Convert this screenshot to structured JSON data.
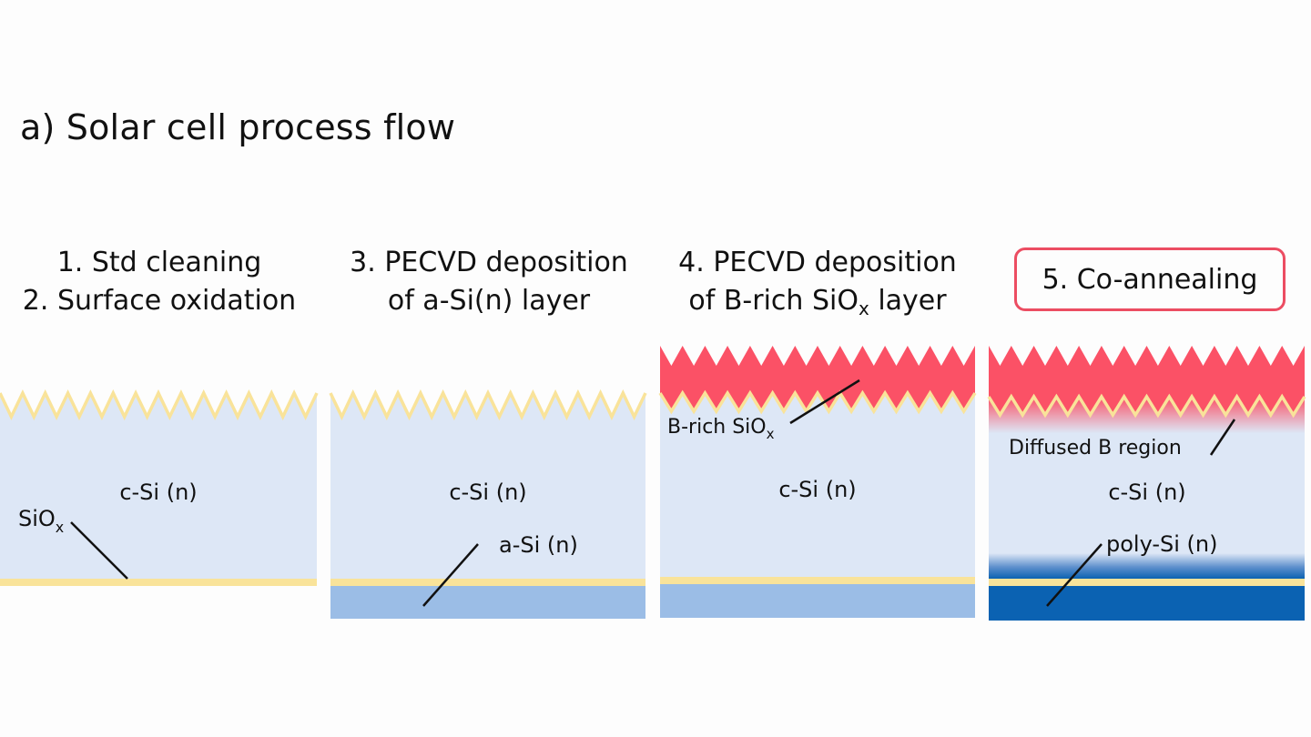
{
  "title": "a) Solar cell process flow",
  "steps": [
    {
      "heading_lines": [
        "1. Std cleaning",
        "2. Surface oxidation"
      ],
      "labels": {
        "bulk": "c-Si (n)",
        "oxide": "SiO",
        "oxide_sub": "x"
      }
    },
    {
      "heading_lines": [
        "3. PECVD deposition",
        "of a-Si(n) layer"
      ],
      "labels": {
        "bulk": "c-Si (n)",
        "rear_layer": "a-Si (n)"
      }
    },
    {
      "heading_lines": [
        "4. PECVD deposition",
        "of B-rich SiO",
        "x",
        " layer"
      ],
      "labels": {
        "bulk": "c-Si (n)",
        "top_layer": "B-rich SiO",
        "top_layer_sub": "x"
      }
    },
    {
      "heading_lines": [
        "5. Co-annealing"
      ],
      "labels": {
        "bulk": "c-Si (n)",
        "diffused": "Diffused B region",
        "rear_layer": "poly-Si (n)"
      }
    }
  ],
  "colors": {
    "bulk_silicon": "#dde7f6",
    "silicon_oxide": "#f9e39a",
    "a_si_layer": "#9bbde6",
    "b_rich_siox": "#fb5166",
    "poly_si": "#0b62b2",
    "highlight_border": "#ec4d62"
  }
}
